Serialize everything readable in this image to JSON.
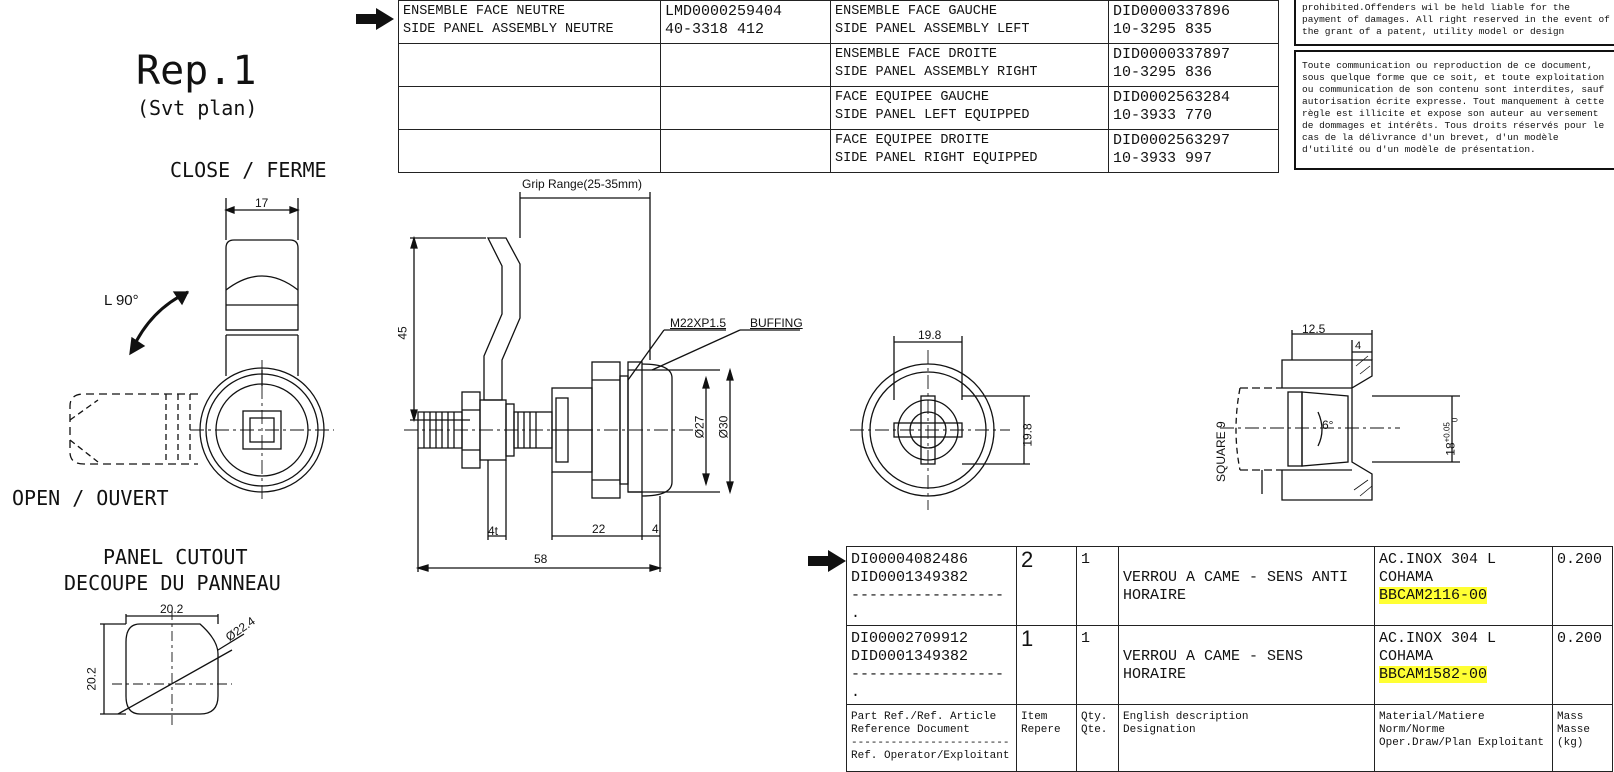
{
  "title": {
    "rep": "Rep.1",
    "svt": "(Svt plan)"
  },
  "labels": {
    "close_ferme": "CLOSE / FERME",
    "open_ouvert": "OPEN / OUVERT",
    "panel_cutout": "PANEL CUTOUT",
    "decoupe": "DECOUPE DU PANNEAU",
    "l90": "L 90°"
  },
  "dims": {
    "d17": "17",
    "grip": "Grip Range(25-35mm)",
    "d45": "45",
    "m22": "M22XP1.5",
    "buffing": "BUFFING",
    "d27": "Ø27",
    "d30": "Ø30",
    "d4t": "4t",
    "d22": "22",
    "d4": "4",
    "d58": "58",
    "d19_8a": "19.8",
    "d19_8b": "19.8",
    "d12_5": "12.5",
    "d4b": "4",
    "d6": "6°",
    "d18": "18",
    "d18tol_up": "+0.05",
    "d18tol_low": "0",
    "square9": "SQUARE 9",
    "c20_2a": "20.2",
    "c20_2b": "20.2",
    "c22_4": "Ø22.4"
  },
  "top_table": {
    "rows": [
      {
        "c1a": "ENSEMBLE FACE NEUTRE",
        "c1b": "SIDE PANEL ASSEMBLY NEUTRE",
        "c2a": "LMD0000259404",
        "c2b": "40-3318 412",
        "c3a": "ENSEMBLE FACE GAUCHE",
        "c3b": "SIDE PANEL ASSEMBLY LEFT",
        "c4a": "DID0000337896",
        "c4b": "10-3295 835"
      },
      {
        "c1a": "",
        "c1b": "",
        "c2a": "",
        "c2b": "",
        "c3a": "ENSEMBLE FACE DROITE",
        "c3b": "SIDE PANEL ASSEMBLY RIGHT",
        "c4a": "DID0000337897",
        "c4b": "10-3295 836"
      },
      {
        "c1a": "",
        "c1b": "",
        "c2a": "",
        "c2b": "",
        "c3a": "FACE EQUIPEE GAUCHE",
        "c3b": "SIDE PANEL LEFT EQUIPPED",
        "c4a": "DID0002563284",
        "c4b": "10-3933 770"
      },
      {
        "c1a": "",
        "c1b": "",
        "c2a": "",
        "c2b": "",
        "c3a": "FACE EQUIPEE DROITE",
        "c3b": "SIDE PANEL RIGHT EQUIPPED",
        "c4a": "DID0002563297",
        "c4b": "10-3933 997"
      }
    ]
  },
  "legal": {
    "en": [
      "prohibited.Offenders wil be held liable for the",
      "payment of damages. All right reserved in the event of",
      "the grant of a patent, utility model or design"
    ],
    "fr": [
      "Toute communication ou reproduction de ce document,",
      "sous quelque forme que ce soit, et toute exploitation",
      "ou communication de son contenu sont interdites, sauf",
      "autorisation écrite expresse. Tout manquement à cette",
      "règle est illicite et expose son auteur au versement",
      "de dommages et intérêts. Tous droits réservés pour le",
      "cas de la délivrance d'un brevet, d'un modèle",
      "d'utilité ou d'un modèle de présentation."
    ]
  },
  "parts": {
    "rows": [
      {
        "ref1": "DI00004082486",
        "ref2": "DID0001349382",
        "dash": "-----------------",
        "dot": ".",
        "item": "2",
        "qty": "1",
        "desc1": "VERROU A CAME - SENS ANTI",
        "desc2": "HORAIRE",
        "mat1": "AC.INOX 304 L",
        "mat2": "COHAMA",
        "mat3": "BBCAM2116-00",
        "mass": "0.200"
      },
      {
        "ref1": "DI00002709912",
        "ref2": "DID0001349382",
        "dash": "-----------------",
        "dot": ".",
        "item": "1",
        "qty": "1",
        "desc1": "VERROU A CAME - SENS",
        "desc2": "HORAIRE",
        "mat1": "AC.INOX 304 L",
        "mat2": "COHAMA",
        "mat3": "BBCAM1582-00",
        "mass": "0.200"
      }
    ],
    "header": {
      "ref1": "Part Ref./Ref. Article",
      "ref2": "Reference Document",
      "ref3": "------------------------",
      "ref4": "Ref. Operator/Exploitant",
      "item1": "Item",
      "item2": "Repere",
      "qty1": "Qty.",
      "qty2": "Qte.",
      "desc1": "English description",
      "desc2": "Designation",
      "mat1": "Material/Matiere",
      "mat2": "Norm/Norme",
      "mat3": "Oper.Draw/Plan Exploitant",
      "mass1": "Mass",
      "mass2": "Masse",
      "mass3": "(kg)"
    }
  }
}
